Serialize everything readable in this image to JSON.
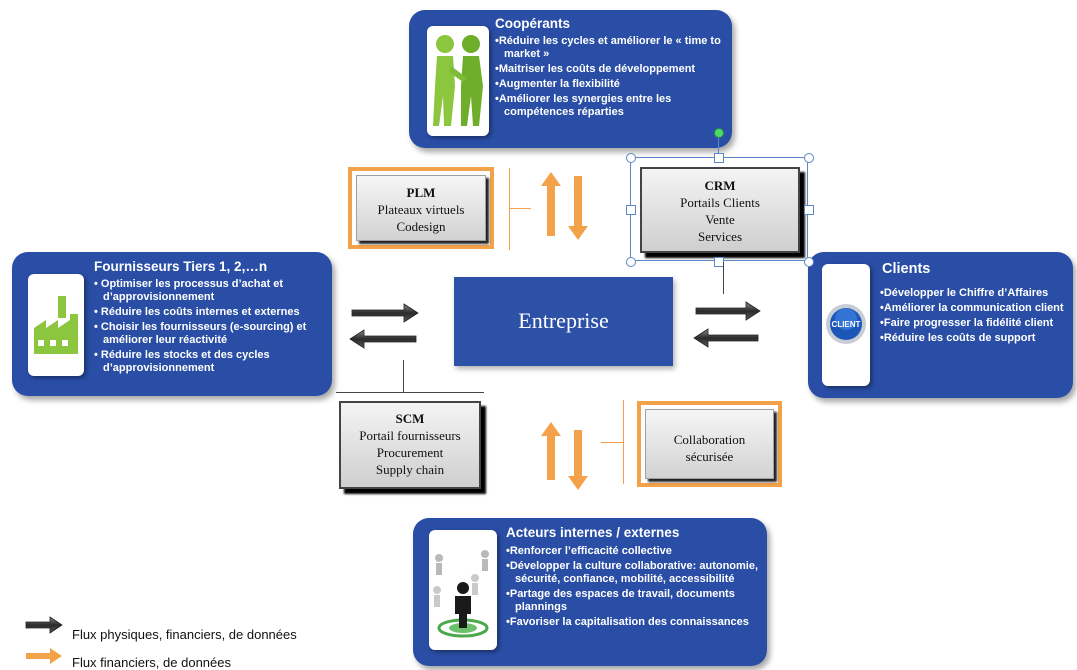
{
  "panels": {
    "cooperants": {
      "title": "Coopérants",
      "bullets": [
        "•Réduire les cycles et améliorer le « time to market »",
        "•Maitriser les coûts de développement",
        "•Augmenter la flexibilité",
        "•Améliorer les synergies entre les compétences réparties"
      ]
    },
    "fournisseurs": {
      "title": "Fournisseurs Tiers 1, 2,…n",
      "bullets": [
        "• Optimiser les processus d’achat et d’approvisionnement",
        "• Réduire les coûts internes et externes",
        "• Choisir les fournisseurs (e-sourcing) et améliorer leur réactivité",
        "• Réduire les stocks et des cycles d’approvisionnement"
      ]
    },
    "clients": {
      "title": "Clients",
      "bullets": [
        "•Développer le Chiffre d’Affaires",
        "•Améliorer la communication client",
        "•Faire progresser la fidélité client",
        "•Réduire les coûts de support"
      ],
      "badge": "CLIENT"
    },
    "acteurs": {
      "title": "Acteurs internes / externes",
      "bullets": [
        "•Renforcer l’efficacité collective",
        "•Développer la culture collaborative: autonomie, sécurité, confiance, mobilité, accessibilité",
        "•Partage des espaces de travail, documents plannings",
        "•Favoriser la capitalisation des connaissances"
      ]
    }
  },
  "boxes": {
    "plm": {
      "title": "PLM",
      "lines": [
        "Plateaux virtuels",
        "Codesign"
      ]
    },
    "crm": {
      "title": "CRM",
      "lines": [
        "Portails Clients",
        "Vente",
        "Services"
      ]
    },
    "scm": {
      "title": "SCM",
      "lines": [
        "Portail fournisseurs",
        "Procurement",
        "Supply chain"
      ]
    },
    "collab": {
      "lines": [
        "Collaboration",
        "sécurisée"
      ]
    }
  },
  "center": {
    "label": "Entreprise"
  },
  "legend": {
    "dark": "Flux physiques, financiers, de données",
    "orange": "Flux financiers, de données"
  },
  "colors": {
    "panel": "#2a4ea6",
    "center": "#2c51a6",
    "orange_arrow": "#f4a24a",
    "dark_arrow": "#3a3a3a",
    "selection": "#5b87c9"
  },
  "icons": {
    "cooperants": "handshake-figures-icon",
    "fournisseurs": "factory-icon",
    "clients": "client-button-icon",
    "acteurs": "network-people-icon"
  }
}
